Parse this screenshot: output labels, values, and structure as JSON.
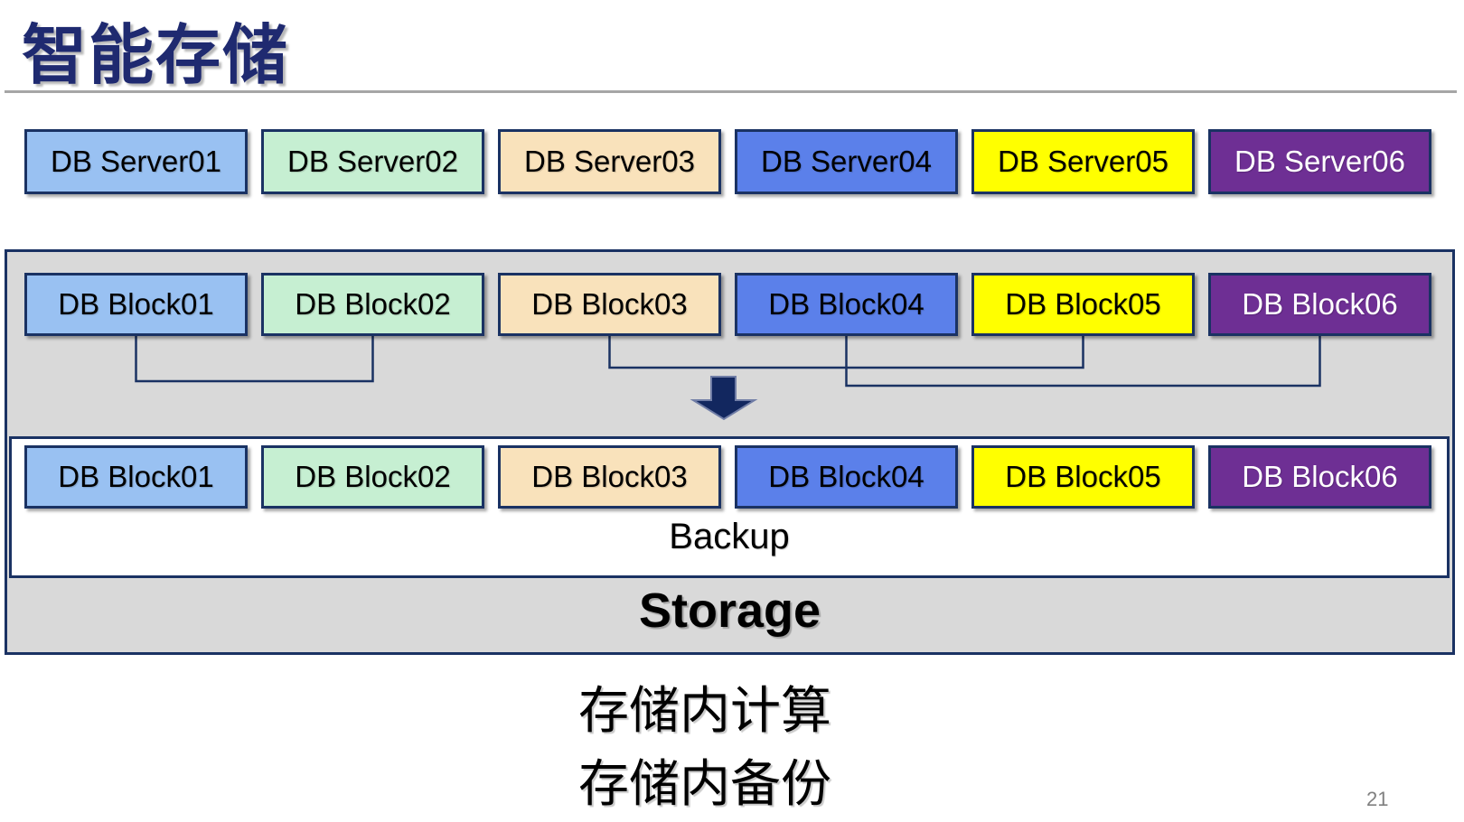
{
  "slide": {
    "title": "智能存储",
    "page_number": "21",
    "caption_lines": [
      "存储内计算",
      "存储内备份"
    ]
  },
  "servers": [
    "DB Server01",
    "DB Server02",
    "DB Server03",
    "DB Server04",
    "DB Server05",
    "DB Server06"
  ],
  "storage": {
    "label": "Storage",
    "backup_label": "Backup",
    "upper_blocks": [
      "DB Block01",
      "DB Block02",
      "DB Block03",
      "DB Block04",
      "DB Block05",
      "DB Block06"
    ],
    "lower_blocks": [
      "DB Block01",
      "DB Block02",
      "DB Block03",
      "DB Block04",
      "DB Block05",
      "DB Block06"
    ]
  },
  "connections": [
    {
      "from": "DB Block01",
      "from_index": 0,
      "to": "DB Block02",
      "to_index": 1
    },
    {
      "from": "DB Block03",
      "from_index": 2,
      "to": "DB Block05",
      "to_index": 4
    },
    {
      "from": "DB Block04",
      "from_index": 3,
      "to": "DB Block06",
      "to_index": 5
    }
  ],
  "palette": {
    "box_fills": [
      "#99C1F2",
      "#C6EFD2",
      "#F9E2BB",
      "#5B80EA",
      "#FFFF00",
      "#6E2F94"
    ],
    "box_text_colors": [
      "#000000",
      "#000000",
      "#000000",
      "#000000",
      "#000000",
      "#FFFFFF"
    ],
    "border_navy": "#1A3263",
    "arrow_navy": "#12275F",
    "container_gray": "#D9D9D9",
    "title_navy": "#1F2A70",
    "divider_gray": "#A6A6A6",
    "page_number_gray": "#808080"
  }
}
